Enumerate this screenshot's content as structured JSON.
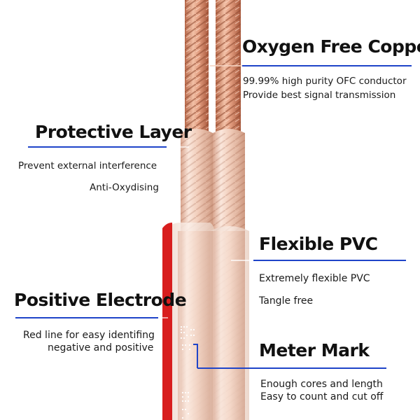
{
  "colors": {
    "copper": "#e4a183",
    "insulation": "#f3d8c9",
    "red_stripe": "#d81e1e",
    "accent_line": "#1f44c9",
    "text": "#111111"
  },
  "callouts": {
    "oxygen_free_copper": {
      "title": "Oxygen Free Copper",
      "lines": [
        "99.99% high purity OFC conductor",
        "Provide best signal transmission"
      ]
    },
    "protective_layer": {
      "title": "Protective Layer",
      "lines": [
        "Prevent external interference",
        "Anti-Oxydising"
      ]
    },
    "flexible_pvc": {
      "title": "Flexible PVC",
      "lines": [
        "Extremely flexible PVC",
        "Tangle free"
      ]
    },
    "positive_electrode": {
      "title": "Positive Electrode",
      "lines": [
        "Red line for easy identifing",
        "negative and positive"
      ]
    },
    "meter_mark": {
      "title": "Meter Mark",
      "lines": [
        "Enough cores and length",
        "Easy to count and cut off"
      ]
    }
  }
}
